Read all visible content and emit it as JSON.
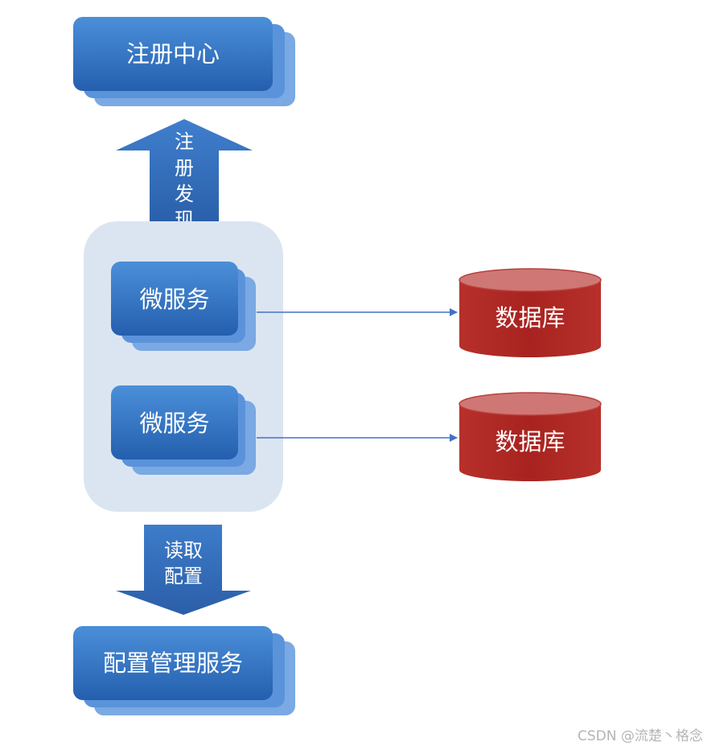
{
  "nodes": {
    "registry": "注册中心",
    "service_a": "微服务",
    "service_b": "微服务",
    "database_a": "数据库",
    "database_b": "数据库",
    "config_service": "配置管理服务"
  },
  "arrows": {
    "register_discover": [
      "注",
      "册",
      "发",
      "现"
    ],
    "read_config": [
      "读取",
      "配置"
    ]
  },
  "colors": {
    "box_top": "#4a8fd8",
    "box_bottom": "#2563b0",
    "box_shadow": "#7aa7e0",
    "group_bg": "#dbe5f2",
    "db_body": "#b02a26",
    "db_top": "#d07a78",
    "connector": "#4472c4"
  },
  "watermark": "CSDN @流楚丶格念"
}
